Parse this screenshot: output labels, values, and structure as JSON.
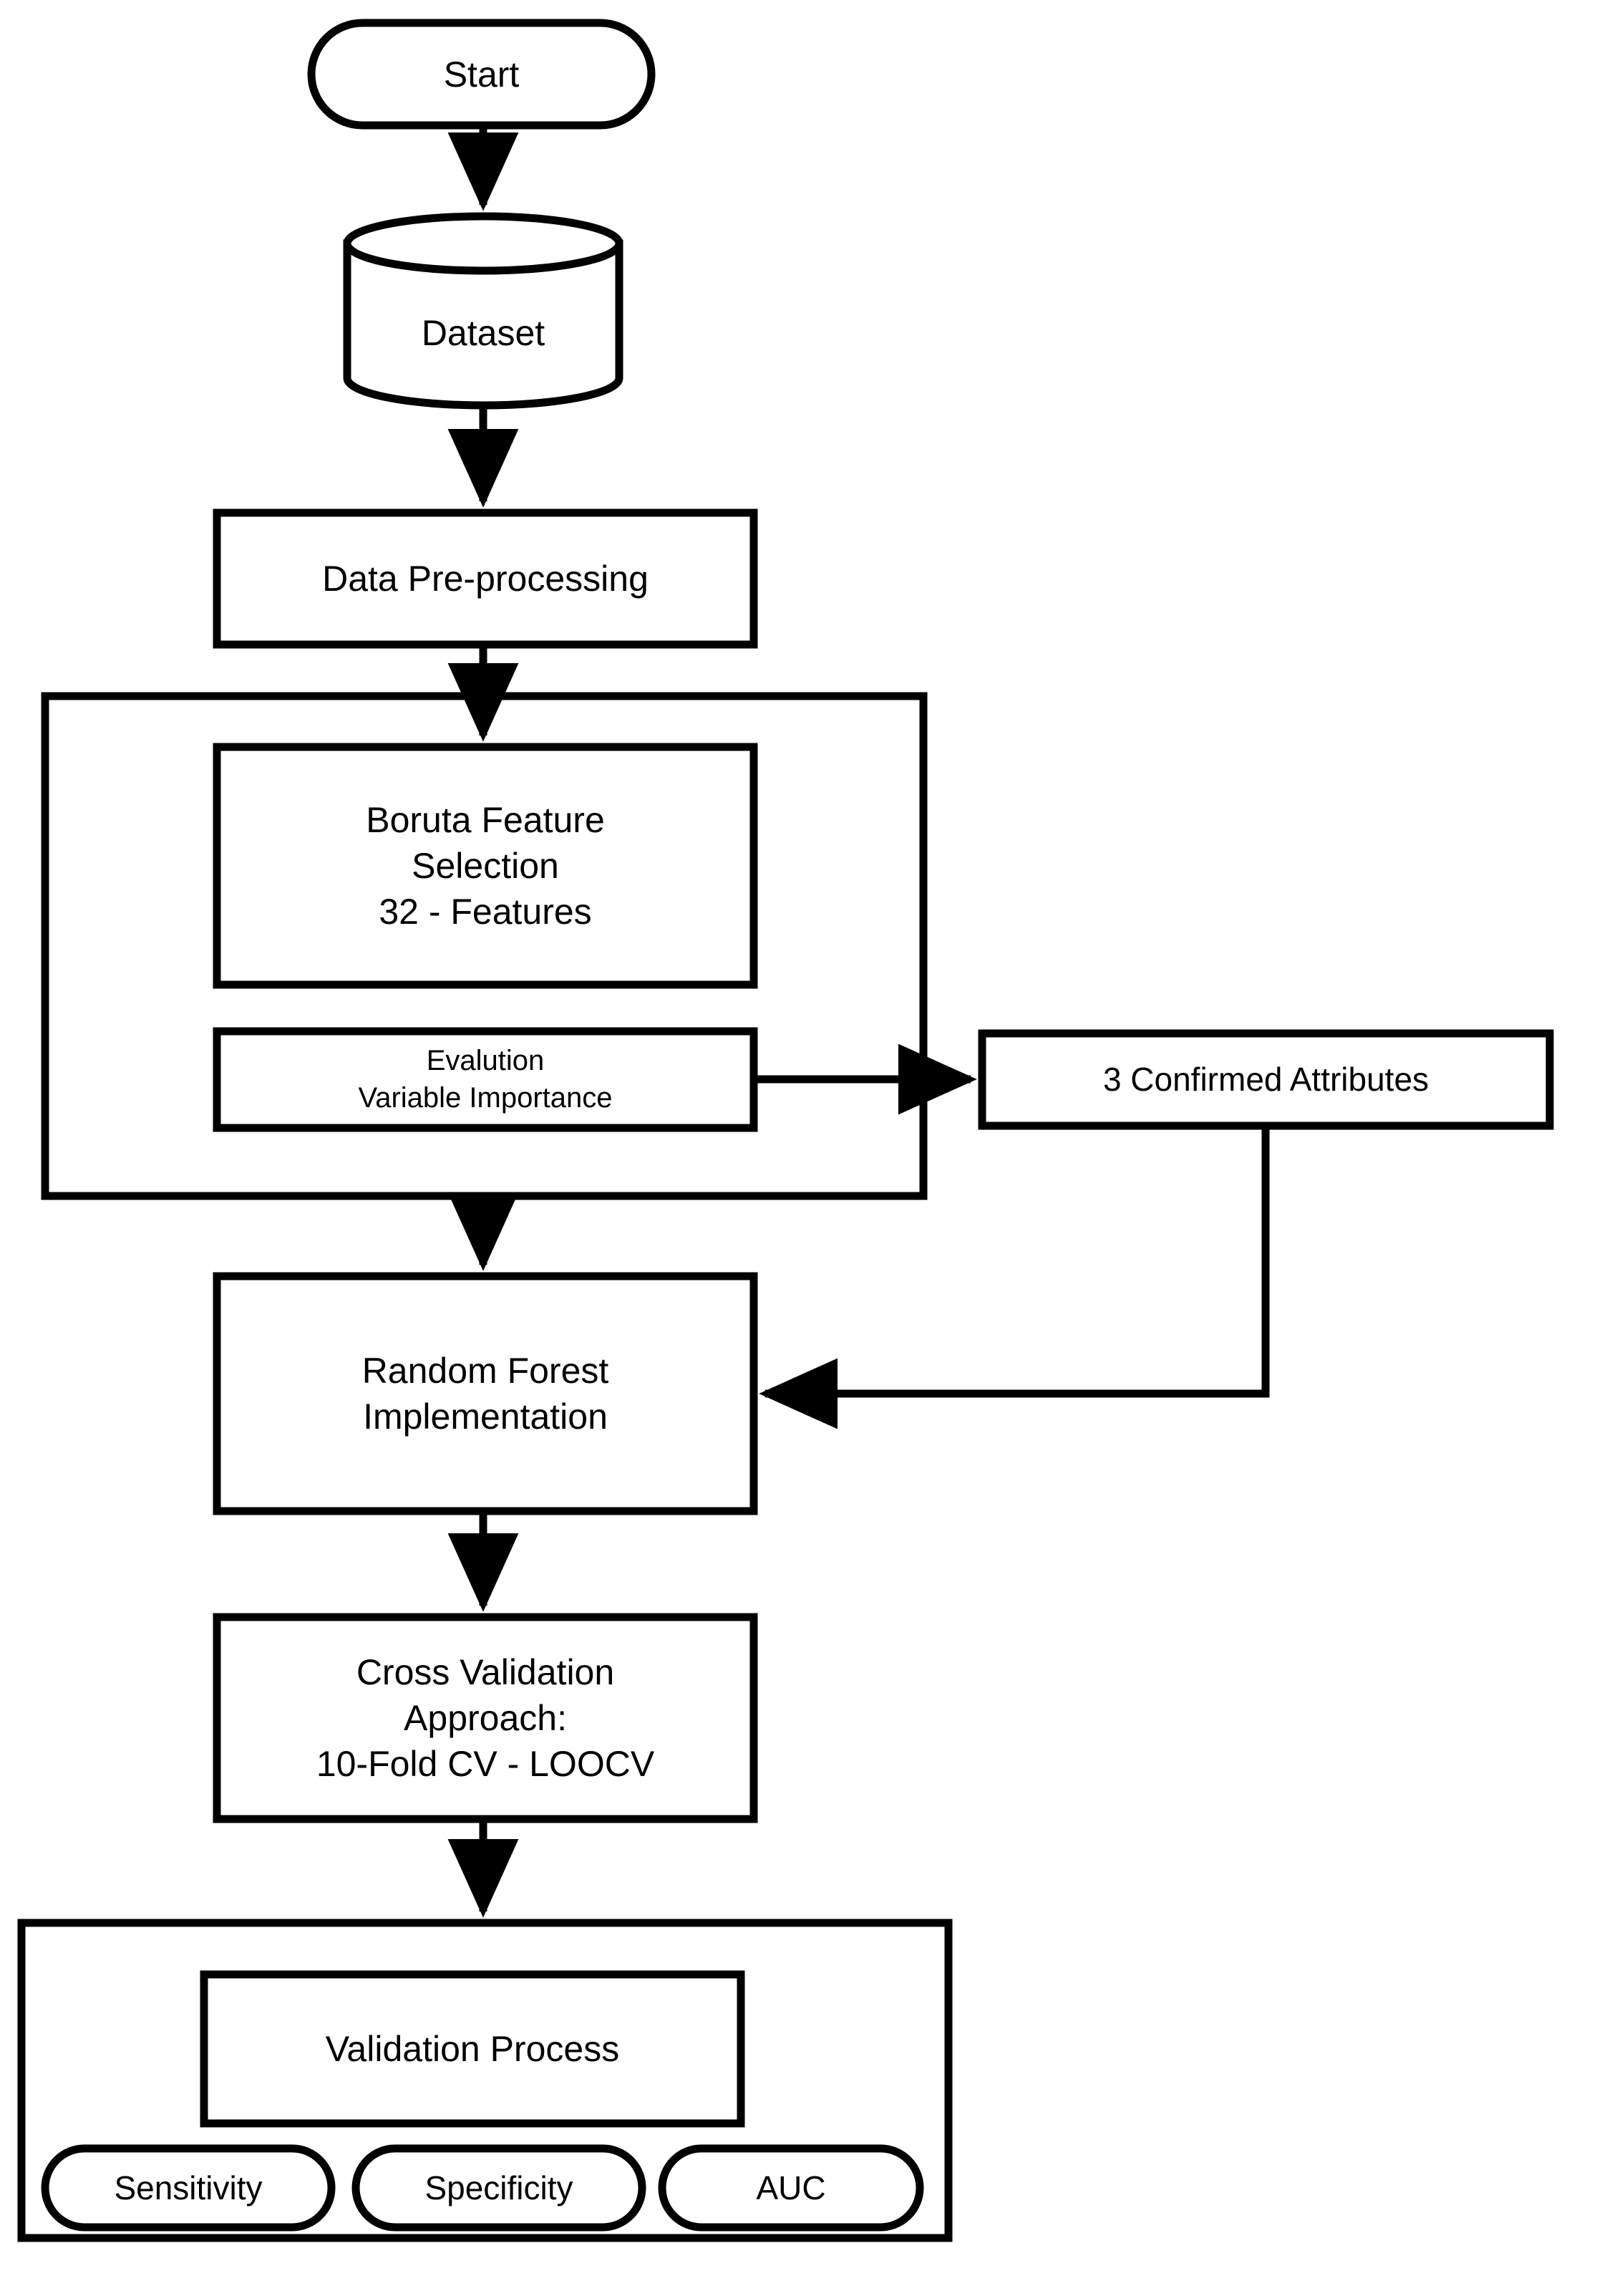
{
  "diagram": {
    "title": "Machine Learning Pipeline Flowchart",
    "stroke_color": "#000000",
    "fill_color": "#ffffff",
    "background": "#ffffff"
  },
  "nodes": {
    "start": {
      "label": "Start",
      "shape": "terminator-oval"
    },
    "dataset": {
      "label": "Dataset",
      "shape": "cylinder-database"
    },
    "preprocessing": {
      "label": "Data Pre-processing",
      "shape": "rectangle"
    },
    "boruta": {
      "line1": "Boruta Feature",
      "line2": "Selection",
      "line3": "32 - Features",
      "shape": "rectangle"
    },
    "evaluation": {
      "line1": "Evalution",
      "line2": "Variable Importance",
      "shape": "rectangle"
    },
    "confirmed": {
      "label": "3 Confirmed Attributes",
      "shape": "rectangle"
    },
    "random_forest": {
      "line1": "Random Forest",
      "line2": "Implementation",
      "shape": "rectangle"
    },
    "cross_validation": {
      "line1": "Cross Validation",
      "line2": "Approach:",
      "line3": "10-Fold CV - LOOCV",
      "shape": "rectangle"
    },
    "validation_process": {
      "label": "Validation Process",
      "shape": "rectangle"
    },
    "metrics": [
      {
        "label": "Sensitivity",
        "shape": "rounded-oval"
      },
      {
        "label": "Specificity",
        "shape": "rounded-oval"
      },
      {
        "label": "AUC",
        "shape": "rounded-oval"
      }
    ]
  },
  "groups": {
    "feature_selection_group": {
      "label": "",
      "contains": [
        "boruta",
        "evaluation"
      ]
    },
    "validation_group": {
      "label": "",
      "contains": [
        "validation_process",
        "metrics"
      ]
    }
  },
  "edges": [
    {
      "from": "start",
      "to": "dataset",
      "type": "arrow-down"
    },
    {
      "from": "dataset",
      "to": "preprocessing",
      "type": "arrow-down"
    },
    {
      "from": "preprocessing",
      "to": "feature_selection_group",
      "type": "arrow-down"
    },
    {
      "from": "evaluation",
      "to": "confirmed",
      "type": "arrow-right"
    },
    {
      "from": "feature_selection_group",
      "to": "random_forest",
      "type": "arrow-down"
    },
    {
      "from": "confirmed",
      "to": "random_forest",
      "type": "arrow-elbow-left"
    },
    {
      "from": "random_forest",
      "to": "cross_validation",
      "type": "arrow-down"
    },
    {
      "from": "cross_validation",
      "to": "validation_group",
      "type": "arrow-down"
    }
  ]
}
